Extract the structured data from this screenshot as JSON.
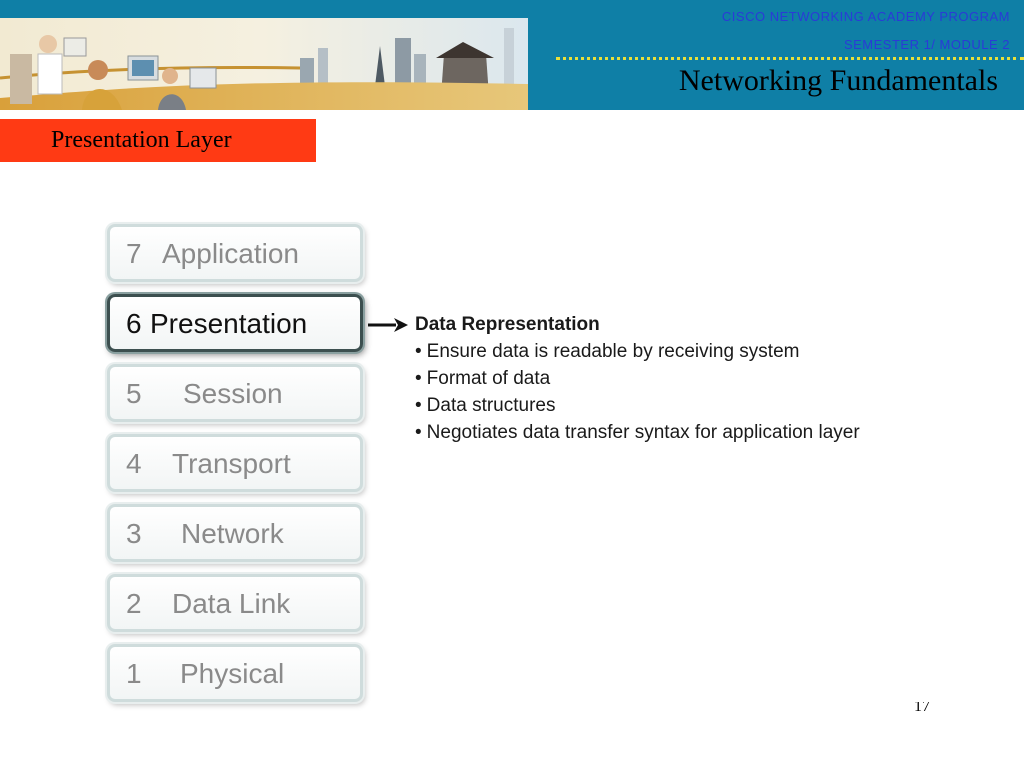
{
  "header": {
    "program": "CISCO NETWORKING ACADEMY PROGRAM",
    "module": "SEMESTER 1/ MODULE 2",
    "course_title": "Networking Fundamentals",
    "banner_color": "#0f7fa6",
    "rule_color": "#e8e03a"
  },
  "section": {
    "title": "Presentation Layer",
    "tag_color": "#ff3a14"
  },
  "osi_layers": [
    {
      "number": "7",
      "name": "Application",
      "active": false
    },
    {
      "number": "6",
      "name": "Presentation",
      "active": true
    },
    {
      "number": "5",
      "name": "Session",
      "active": false
    },
    {
      "number": "4",
      "name": "Transport",
      "active": false
    },
    {
      "number": "3",
      "name": "Network",
      "active": false
    },
    {
      "number": "2",
      "name": "Data Link",
      "active": false
    },
    {
      "number": "1",
      "name": "Physical",
      "active": false
    }
  ],
  "description": {
    "heading": "Data Representation",
    "bullet_symbol": "•",
    "items": [
      "Ensure data is readable by receiving system",
      "Format of data",
      "Data structures",
      "Negotiates data transfer syntax for application layer"
    ]
  },
  "page_number": "17"
}
